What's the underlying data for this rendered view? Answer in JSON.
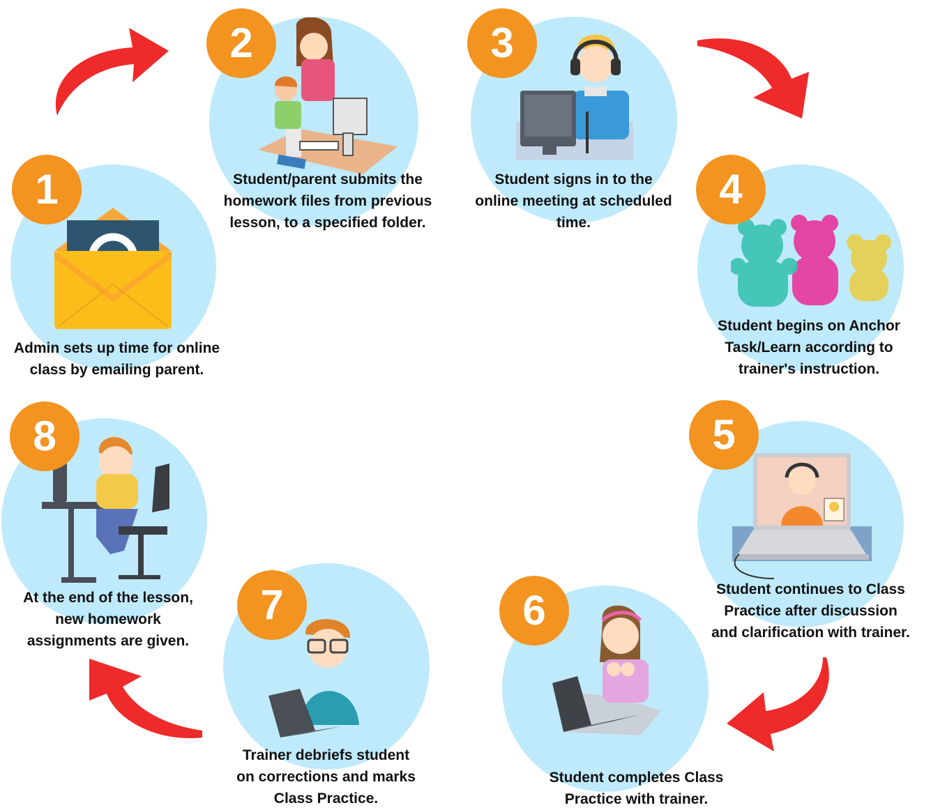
{
  "colors": {
    "circle": "#bfeafb",
    "badge": "#f39320",
    "arrow": "#ee2a2a",
    "text": "#111111"
  },
  "steps": [
    {
      "number": "1",
      "icon": "email-envelope-icon",
      "lines": [
        "Admin sets up time for online",
        "class by emailing parent."
      ]
    },
    {
      "number": "2",
      "icon": "parent-child-computer-icon",
      "lines": [
        "Student/parent submits the",
        "homework files from previous",
        "lesson, to a specified folder."
      ]
    },
    {
      "number": "3",
      "icon": "student-headset-icon",
      "lines": [
        "Student signs in to the",
        "online meeting at scheduled",
        "time."
      ]
    },
    {
      "number": "4",
      "icon": "gummy-bears-icon",
      "lines": [
        "Student begins on Anchor",
        "Task/Learn according to",
        "trainer's instruction."
      ]
    },
    {
      "number": "5",
      "icon": "laptop-video-call-icon",
      "lines": [
        "Student continues to Class",
        "Practice after discussion",
        "and clarification with trainer."
      ]
    },
    {
      "number": "6",
      "icon": "girl-laptop-icon",
      "lines": [
        "Student completes Class",
        "Practice with trainer."
      ]
    },
    {
      "number": "7",
      "icon": "boy-laptop-icon",
      "lines": [
        "Trainer debriefs student",
        "on corrections and marks",
        "Class Practice."
      ]
    },
    {
      "number": "8",
      "icon": "student-desk-computer-icon",
      "lines": [
        "At the end of the lesson,",
        "new homework",
        "assignments are given."
      ]
    }
  ]
}
